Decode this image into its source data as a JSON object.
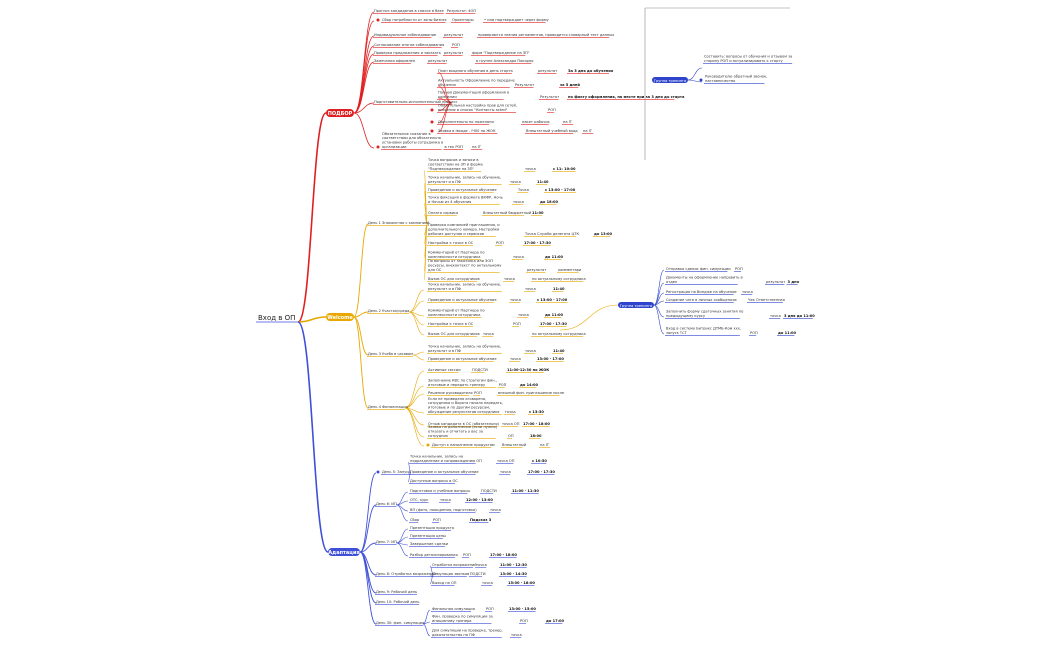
{
  "root": {
    "label": "Вход в ОП"
  },
  "colors": {
    "podbor": "#e02020",
    "welcome": "#e8a800",
    "adaptation": "#3f4fd8",
    "side": "#2e44cc",
    "root_line": "#3f4fd8"
  },
  "branches": [
    {
      "label": "ПОДБОР",
      "color": "#e02020",
      "items": [
        {
          "text": "Прогноз кандидатов в списке в базе",
          "cells": [
            "Результат: 4ОП"
          ]
        },
        {
          "text": "Сбор потребности от зоны бизнес",
          "cells": [
            "Ориентиры",
            "• или подтверждает через форму"
          ]
        },
        {
          "text": "Индивидуальное собеседование",
          "cells": [
            "результат",
            "проверяются знания регламентов, проводится словарный тест данных"
          ]
        },
        {
          "text": "Согласование итогов собеседования",
          "cells": [
            "РОП"
          ]
        },
        {
          "text": "Проверка предложения и заказать",
          "cells": [
            "результат",
            "форм \"Подтверждение на ЗП\""
          ]
        },
        {
          "text": "Замечания оформлен",
          "cells": [
            "результат",
            "в группе Александра Покорно"
          ]
        },
        {
          "text": "Подготовительно-исполнительный процесс",
          "children": [
            {
              "text": "План входного обучения в день старта",
              "cells": [
                "результат",
                "За 3 дня до обучения"
              ]
            },
            {
              "text": "Актуальность Оформление по передаче обучения",
              "cells": [
                "Результат",
                "за 5 дней"
              ]
            },
            {
              "text": "Полная Документация оформления в компании",
              "cells": [
                "Результат",
                "по факту оформления, на месте при за 3 дня до старта"
              ]
            },
            {
              "text": "Обязательная настройка прав для сетей, внесение в список \"Контакты acted\"",
              "cells": [
                "РОП"
              ]
            },
            {
              "text": "Дополнительно по пожелани",
              "cells": [
                "пакет рабочих",
                "на IT"
              ]
            },
            {
              "text": "Заявка в Iвходе - IЧ00 по ЖОК",
              "cells": [
                "Внештатный учебный вход",
                "на IT"
              ]
            }
          ]
        },
        {
          "text": "Обязательное сказание в соответствии для обязательно установки работы сотрудника в организации",
          "cells": [
            "в тек РОП",
            "на IT"
          ]
        }
      ]
    },
    {
      "label": "Welcome",
      "color": "#e8a800",
      "groups": [
        {
          "label": "День 1 Знакомство с компанией",
          "items": [
            {
              "text": "Точка вопросов и записи в соответствии на ЗП и форма \"Подтверждение на ЗП\"",
              "cells": [
                "точка",
                "с 11: 10:00"
              ]
            },
            {
              "text": "Точка начальник, запись на обучение, результат и в ПФ",
              "cells": [
                "точка",
                "11:40"
              ]
            },
            {
              "text": "Проведение и актуальное обучение",
              "cells": [
                "Точка",
                "с 13:00 - 17:00"
              ]
            },
            {
              "text": "Точка фиксация в формате ВКФР, Ночь и Ночью из 4 обучения",
              "cells": [
                "точка",
                "до 18:00"
              ]
            },
            {
              "text": "Оплата сервиса",
              "cells": [
                "Внештатный бюджетный",
                "11:00"
              ]
            },
            {
              "text": "Проверка компанией приглашения, и дополнительного номера. Настройки рабочих доступов и сервисов",
              "cells": [
                "Точка Служба делегата ЦТК",
                "до 13:00"
              ]
            },
            {
              "text": "Настройки к точке в ОС",
              "cells": [
                "РОП",
                "17:00 - 17:30"
              ]
            },
            {
              "text": "Комментарий от Партнера по комплексности сотрудника",
              "cells": [
                "точка",
                "до 11:00"
              ]
            },
            {
              "text": "По вопросы от заказчика или ЗОП ресурсы, внеконтекст по актуальному для ОС",
              "cells": [
                "результат",
                "комментари"
              ]
            },
            {
              "text": "Вызов ОС для сотрудников",
              "cells": [
                "точка",
                "по актуальному сотрудника"
              ]
            }
          ]
        },
        {
          "label": "День 2 Участок/среда",
          "items": [
            {
              "text": "Точка начальник, запись на обучение, результат и в ПФ",
              "cells": [
                "точка",
                "11:40"
              ]
            },
            {
              "text": "Проведение и актуальное обучение",
              "cells": [
                "точка",
                "с 13:00 - 17:00"
              ]
            },
            {
              "text": "Комментарий от Партнера по комплексности сотрудника",
              "cells": [
                "точка",
                "до 11:00"
              ]
            },
            {
              "text": "Настройки к точке в ОС",
              "cells": [
                "РОП",
                "17:00 - 17:30"
              ]
            },
            {
              "text": "Вызов ОС для сотрудников",
              "cells": [
                "точка",
                "по актуальному сотрудника"
              ]
            }
          ]
        },
        {
          "label": "День 3 Учеба в часовом",
          "items": [
            {
              "text": "Точка начальник, запись на обучение, результат и в ПФ",
              "cells": [
                "точка",
                "11:40"
              ]
            },
            {
              "text": "Проведение и актуальное обучение",
              "cells": [
                "точка",
                "13:00 - 17:00"
              ]
            }
          ]
        },
        {
          "label": "День 4 Финализация",
          "items": [
            {
              "text": "Активные сессии",
              "cells": [
                "ПОДСТИ",
                "11:00-12:30 по ЖОК"
              ]
            },
            {
              "text": "Заполнение КВС по стратегии фин., итоговые и передать тренеру",
              "cells": [
                "РОП",
                "до 14:00"
              ]
            },
            {
              "text": "Решение руководителя",
              "cells": [
                "РОП",
                "внешний фин. приглашение после"
              ]
            },
            {
              "text": "Если не приведено оговорено, сотрудника и Ворота начало передать, итоговые и по другим ресурсам, обсуждение результатов сотрудника",
              "cells": [
                "точка",
                "с 13:30"
              ]
            },
            {
              "text": "Отзыв кандидата в ОС (обязательно)",
              "cells": [
                "точка ОП",
                "17:00 - 18:00"
              ]
            },
            {
              "text": "Заявка на дополнения (если нужно) отказать и отчитать у вас за сотрудник",
              "cells": [
                "ОП",
                "18:00"
              ]
            },
            {
              "text": "Доступ к наполнение продуктам",
              "cells": [
                "Внештатный",
                "на IT"
              ]
            }
          ]
        }
      ]
    },
    {
      "label": "Адаптация",
      "color": "#3f4fd8",
      "groups": [
        {
          "label": "День 5: Запуск",
          "items": [
            {
              "text": "Точка начальник, запись на подразделение и сопровождению ОП",
              "cells": [
                "точка ОП",
                "с 10:50"
              ]
            },
            {
              "text": "Проведение и актуальное обучение",
              "cells": [
                "точка",
                "17:00 - 17:30"
              ]
            },
            {
              "text": "Доступные вопросы в ОС",
              "cells": []
            }
          ]
        },
        {
          "label": "День 6: ИП",
          "items": [
            {
              "text": "Подготовка и учебные вопросы",
              "cells": [
                "ПОДСТИ",
                "11:00 - 11:30"
              ]
            },
            {
              "text": "ОТС, курс",
              "cells": [
                "точка",
                "12:00 - 13:00"
              ]
            },
            {
              "text": "ВП (фото, поощрения, подготовка)",
              "cells": [
                "точка"
              ]
            },
            {
              "text": "Сбор",
              "cells": [
                "РОП",
                "Подсказ 3"
              ]
            }
          ]
        },
        {
          "label": "День 7: ИП",
          "items": [
            {
              "text": "Презентация продукта",
              "cells": []
            },
            {
              "text": "Презентация цены",
              "cells": []
            },
            {
              "text": "Завершение сделки",
              "cells": []
            },
            {
              "text": "Разбор детализирования",
              "cells": [
                "РОП",
                "17:00 - 18:00"
              ]
            }
          ]
        },
        {
          "label": "День 8: Отработка возражений",
          "items": [
            {
              "text": "Отработка возражений",
              "cells": [
                "точка",
                "11:00 - 12:30"
              ]
            },
            {
              "text": "Симуляция звонков",
              "cells": [
                "ПОДСТИ",
                "13:00 - 14:30"
              ]
            },
            {
              "text": "Выход на ОП",
              "cells": [
                "точка",
                "15:00 - 18:00"
              ]
            }
          ]
        },
        {
          "label": "День 9: Рабочий день",
          "items": []
        },
        {
          "label": "День 10: Рабочий день",
          "items": []
        },
        {
          "label": "День 30: фин. симуляция",
          "items": [
            {
              "text": "Финальная симуляция",
              "cells": [
                "РОП",
                "13:00 - 15:00"
              ]
            },
            {
              "text": "Фин. проверка по симуляции за инициативу тренера",
              "cells": [
                "РОП",
                "до 17:00"
              ]
            },
            {
              "text": "Для симуляции на проверке, тренер, доказательство на ПФ",
              "cells": [
                "точка"
              ]
            }
          ]
        }
      ]
    }
  ],
  "side_branches": [
    {
      "label": "Группа тренинга",
      "items": [
        {
          "text": "Составить: вопросы от обучения и отзывом за сторону РОП и актуализировать к старту",
          "cells": []
        },
        {
          "text": "Руководителю обратный звонок, наставничество",
          "cells": []
        }
      ]
    },
    {
      "label": "Группа тренинга",
      "items": [
        {
          "text": "Отправка сделок фин. симуляции",
          "cells": [
            "РОП"
          ]
        },
        {
          "text": "Документы на оформление направить в отдел",
          "cells": [
            "результат",
            "3 дня"
          ]
        },
        {
          "text": "Регистрация на Виндже на обучение",
          "cells": [
            "точка"
          ]
        },
        {
          "text": "Создание чата в личных сообщениях",
          "cells": [
            "Чек Ответственная"
          ]
        },
        {
          "text": "Заполнить форму сдаточных занятия по предыдущему курсу",
          "cells": [
            "точка",
            "3 дня до 11:00"
          ]
        },
        {
          "text": "Вход в систему Битрикс ДТМБ-Ком ххх, запуск ТСТ",
          "cells": [
            "РОП",
            "до 11:00"
          ]
        }
      ]
    }
  ]
}
